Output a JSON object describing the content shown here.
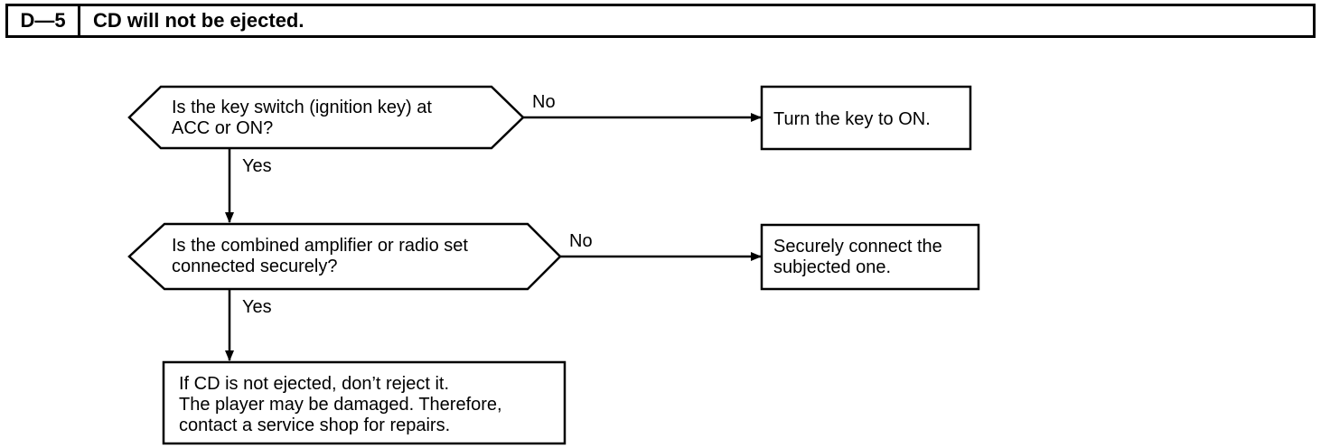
{
  "header": {
    "code": "D—5",
    "title": "CD will not be ejected."
  },
  "flow": {
    "q1": {
      "line1": "Is the key switch (ignition key) at",
      "line2": "ACC or ON?"
    },
    "q1_no": "No",
    "q1_yes": "Yes",
    "a1": "Turn the key to ON.",
    "q2": {
      "line1": "Is the combined amplifier or radio set",
      "line2": "connected securely?"
    },
    "q2_no": "No",
    "q2_yes": "Yes",
    "a2": {
      "line1": "Securely connect the",
      "line2": "subjected one."
    },
    "final": {
      "line1": "If CD is not ejected, don’t reject it.",
      "line2": "The player may be damaged. Therefore,",
      "line3": "contact a service shop for repairs."
    }
  }
}
